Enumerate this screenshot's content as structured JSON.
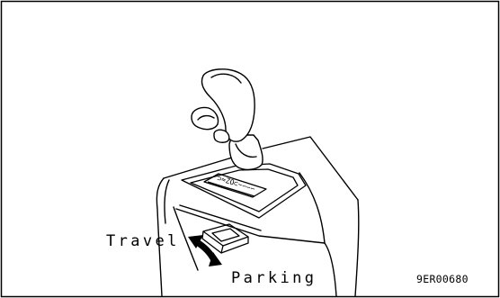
{
  "labels": {
    "travel": "Travel",
    "parking": "Parking",
    "figure_id": "9ER00680"
  },
  "indicator_text": "⊃≈ZO⊂∼∽∽∽",
  "colors": {
    "line": "#000000",
    "background": "#ffffff"
  }
}
